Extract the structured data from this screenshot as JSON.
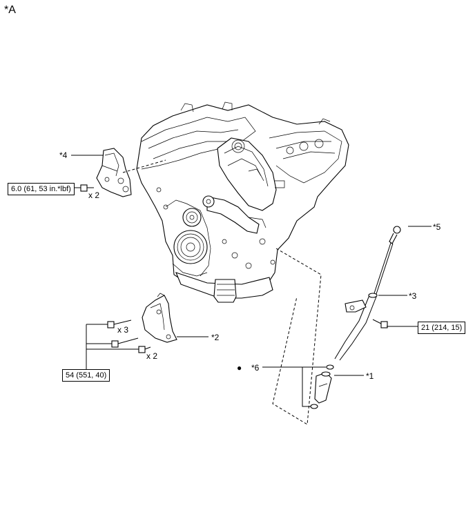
{
  "view_label": "*A",
  "callouts": {
    "c1": "*1",
    "c2": "*2",
    "c3": "*3",
    "c4": "*4",
    "c5": "*5",
    "c6": "*6"
  },
  "torque_specs": {
    "t_mount": "6.0 (61, 53 in.*lbf)",
    "t_bracket": "54 (551, 40)",
    "t_guide": "21 (214, 15)"
  },
  "quantities": {
    "q_mount": "x 2",
    "q_bracket_top": "x 3",
    "q_bracket_bottom": "x 2"
  },
  "bullet": "●"
}
